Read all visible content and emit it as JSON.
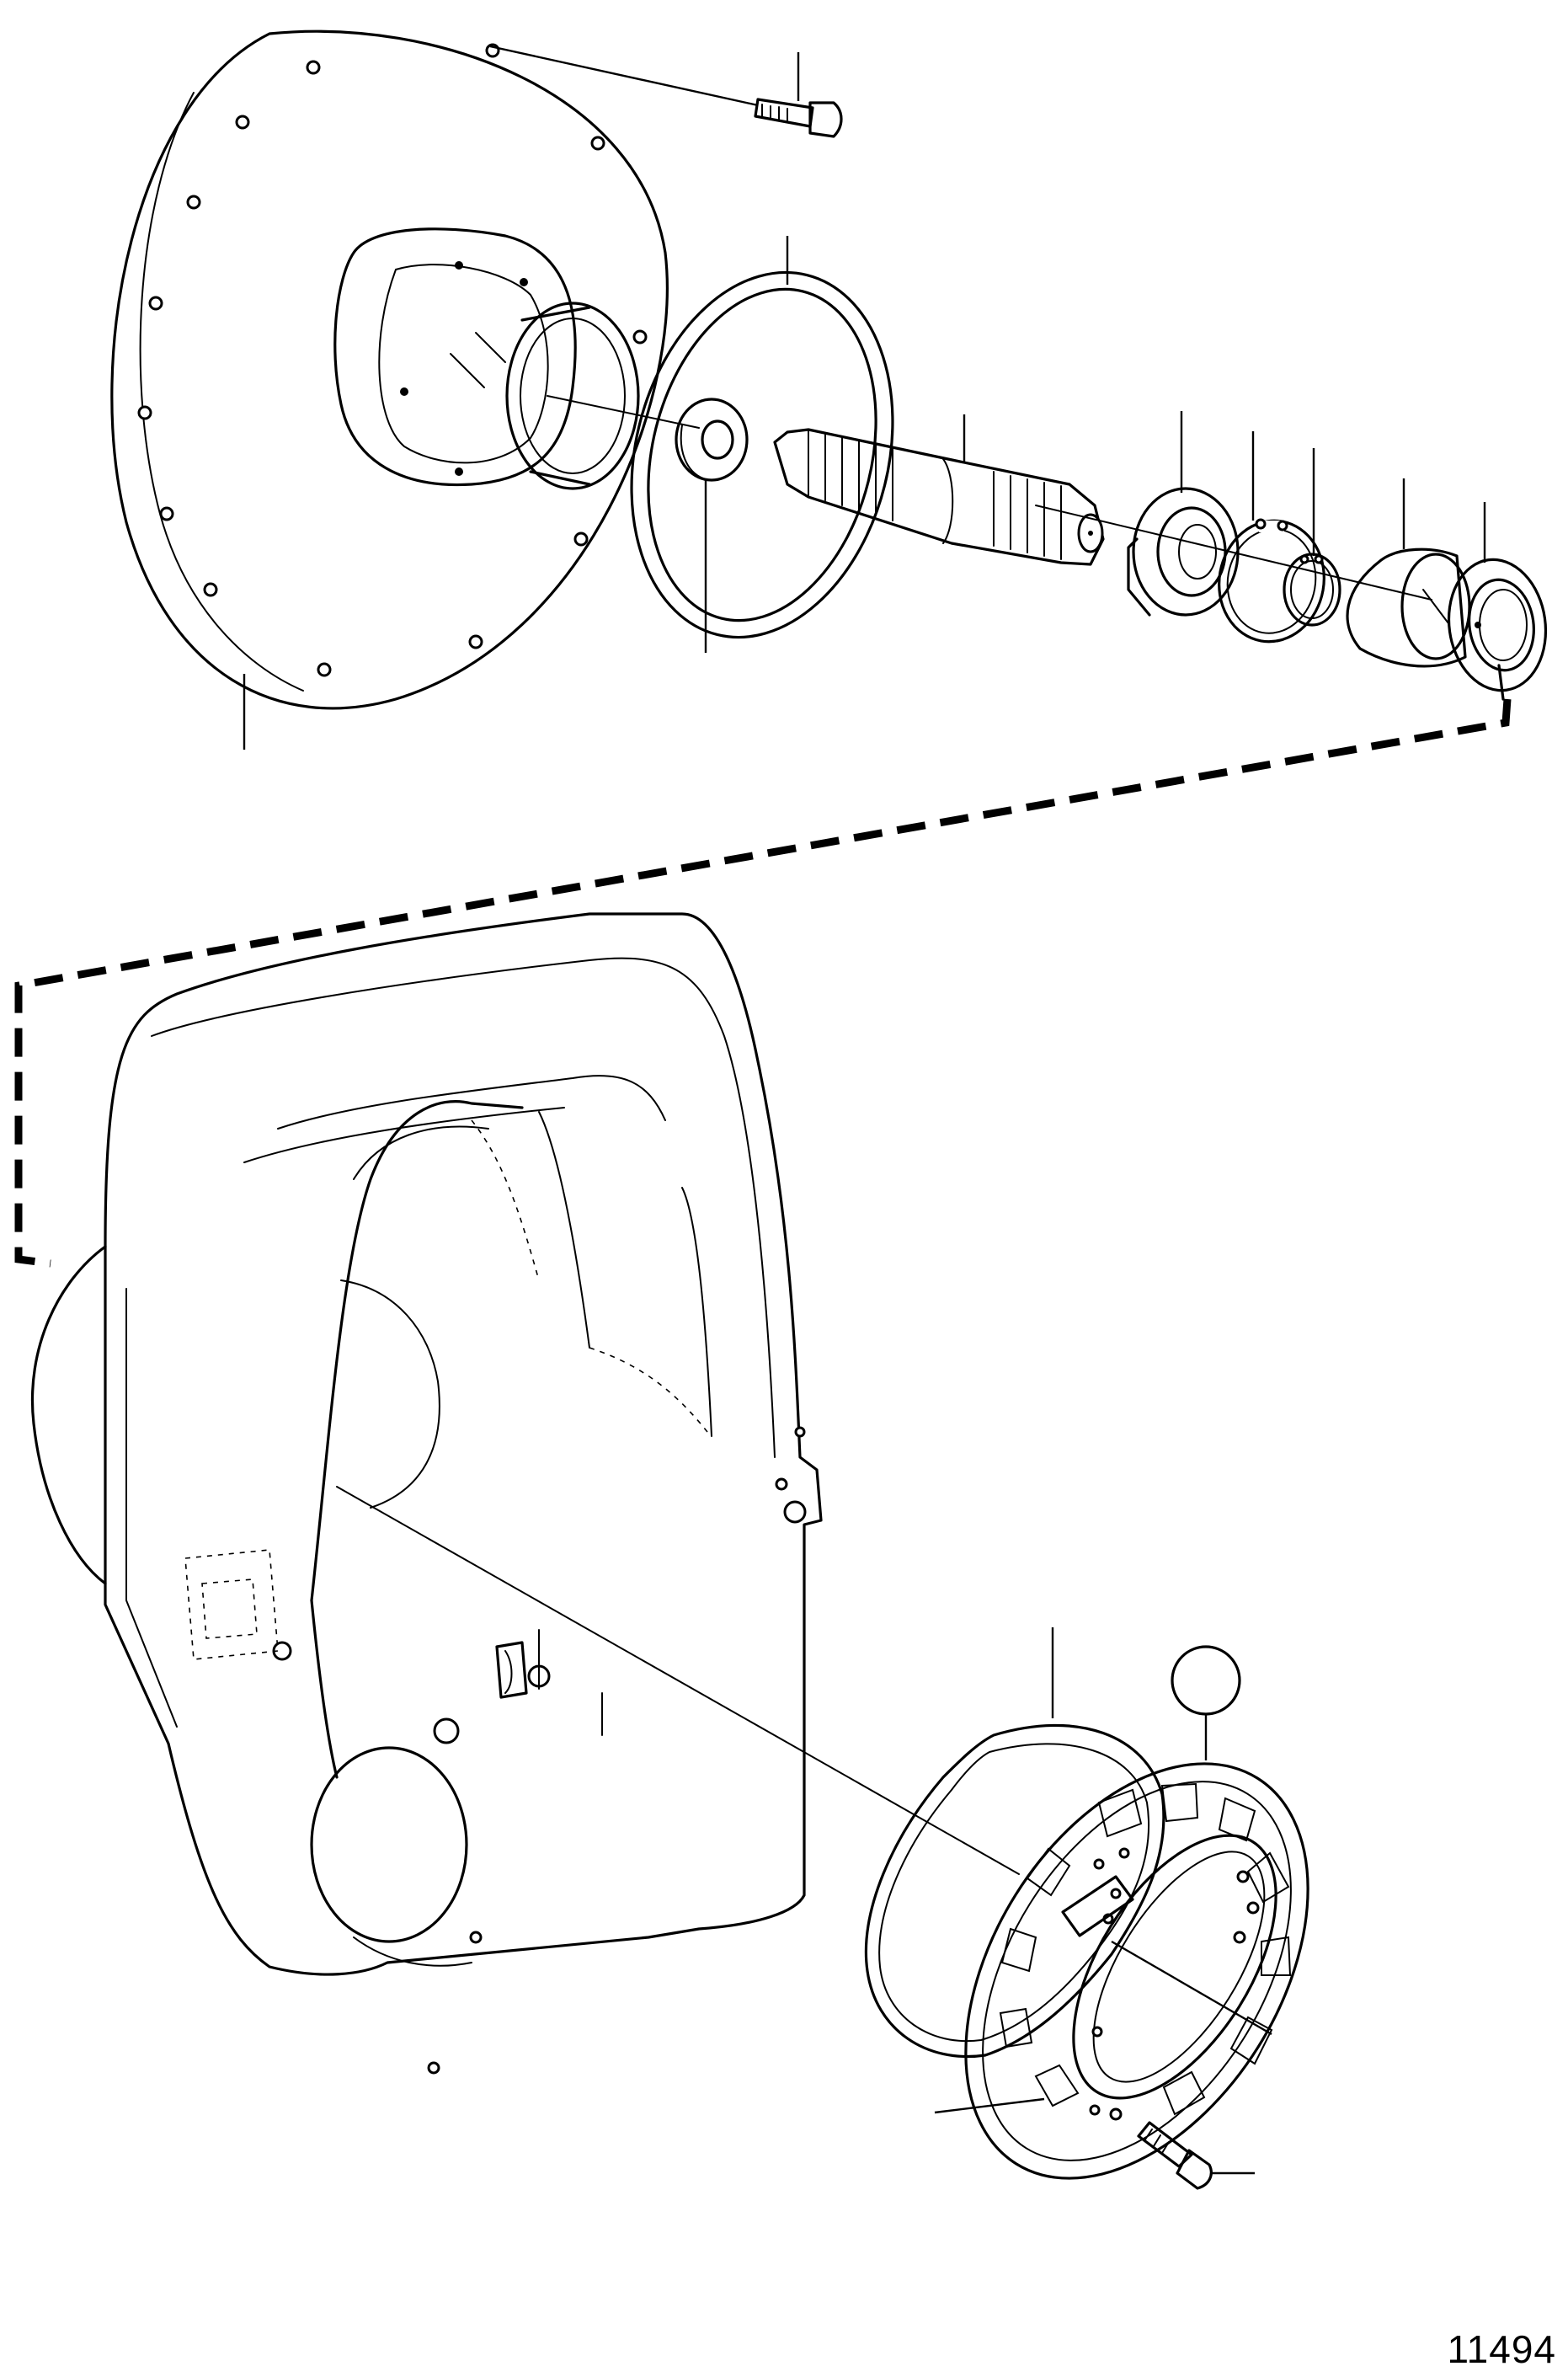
{
  "figure": {
    "number": "11494"
  },
  "parts": [
    {
      "name": "bolt"
    },
    {
      "name": "flywheel-housing-plate"
    },
    {
      "name": "o-ring-seal"
    },
    {
      "name": "spacer-washer"
    },
    {
      "name": "splined-input-shaft"
    },
    {
      "name": "ball-bearing"
    },
    {
      "name": "large-circlip"
    },
    {
      "name": "small-circlip"
    },
    {
      "name": "bearing-sleeve"
    },
    {
      "name": "seal-ring"
    },
    {
      "name": "bell-housing"
    },
    {
      "name": "flange-gasket"
    },
    {
      "name": "bearing-flange"
    },
    {
      "name": "flange-bolt"
    }
  ]
}
